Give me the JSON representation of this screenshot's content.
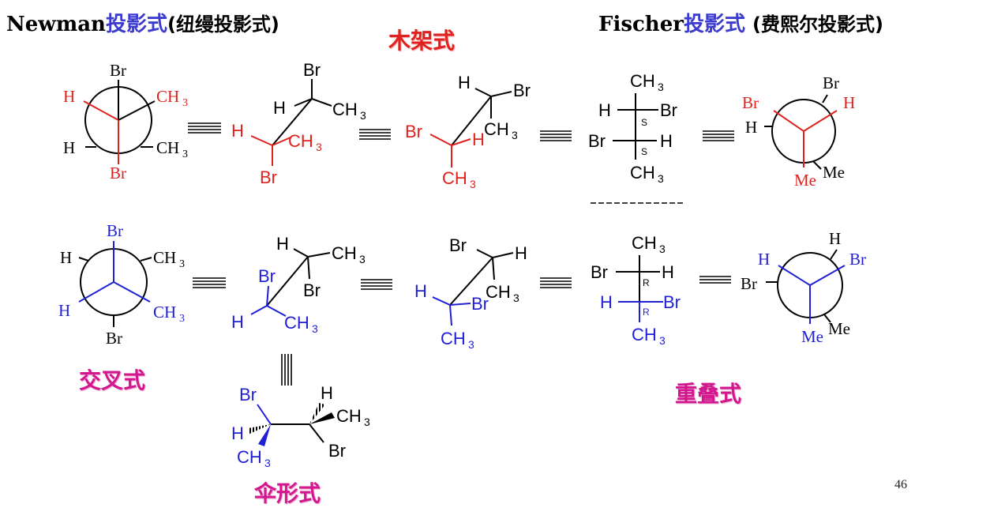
{
  "headings": {
    "newman_latin": "Newman",
    "newman_cjk": "投影式",
    "newman_paren": "(纽缦投影式)",
    "fischer_latin": "Fischer",
    "fischer_cjk": "投影式",
    "fischer_paren": "(费熙尔投影式)"
  },
  "labels": {
    "sawhorse": "木架式",
    "staggered": "交叉式",
    "eclipsed": "重叠式",
    "wedge": "伞形式"
  },
  "page_number": "46",
  "atoms": {
    "Br": "Br",
    "H": "H",
    "CH": "CH",
    "three": "3",
    "Me": "Me",
    "S": "S",
    "R": "R"
  },
  "colors": {
    "red": "#e0221f",
    "blue": "#1f1fd6",
    "black": "#000000",
    "magenta": "#d2178f",
    "heading_blue": "#3b3bd0"
  }
}
